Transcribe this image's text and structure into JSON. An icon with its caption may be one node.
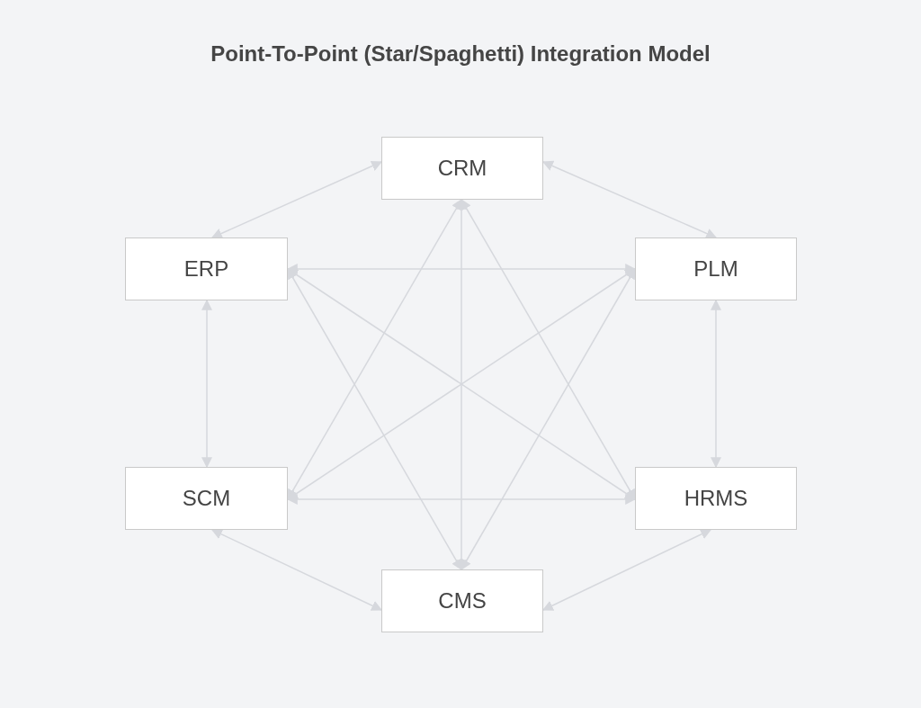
{
  "diagram": {
    "title": "Point-To-Point (Star/Spaghetti) Integration Model",
    "nodes": [
      {
        "text": [
          "CRM"
        ]
      },
      {
        "text": [
          "ERP"
        ]
      },
      {
        "text": [
          "PLM"
        ]
      },
      {
        "text": [
          "SCM"
        ]
      },
      {
        "text": [
          "HRMS"
        ]
      },
      {
        "text": [
          "CMS"
        ]
      }
    ],
    "edges": [
      {
        "from": 0,
        "to": 1,
        "arrow": "both"
      },
      {
        "from": 0,
        "to": 2,
        "arrow": "both"
      },
      {
        "from": 1,
        "to": 3,
        "arrow": "both"
      },
      {
        "from": 2,
        "to": 4,
        "arrow": "both"
      },
      {
        "from": 3,
        "to": 5,
        "arrow": "both"
      },
      {
        "from": 5,
        "to": 4,
        "arrow": "both"
      },
      {
        "from": 1,
        "to": 2,
        "arrow": "both"
      },
      {
        "from": 3,
        "to": 4,
        "arrow": "both"
      },
      {
        "from": 0,
        "to": 5,
        "arrow": "both"
      },
      {
        "from": 0,
        "to": 3,
        "arrow": "both"
      },
      {
        "from": 0,
        "to": 4,
        "arrow": "both"
      },
      {
        "from": 1,
        "to": 4,
        "arrow": "both"
      },
      {
        "from": 1,
        "to": 5,
        "arrow": "both"
      },
      {
        "from": 2,
        "to": 3,
        "arrow": "both"
      },
      {
        "from": 2,
        "to": 5,
        "arrow": "both"
      }
    ]
  }
}
